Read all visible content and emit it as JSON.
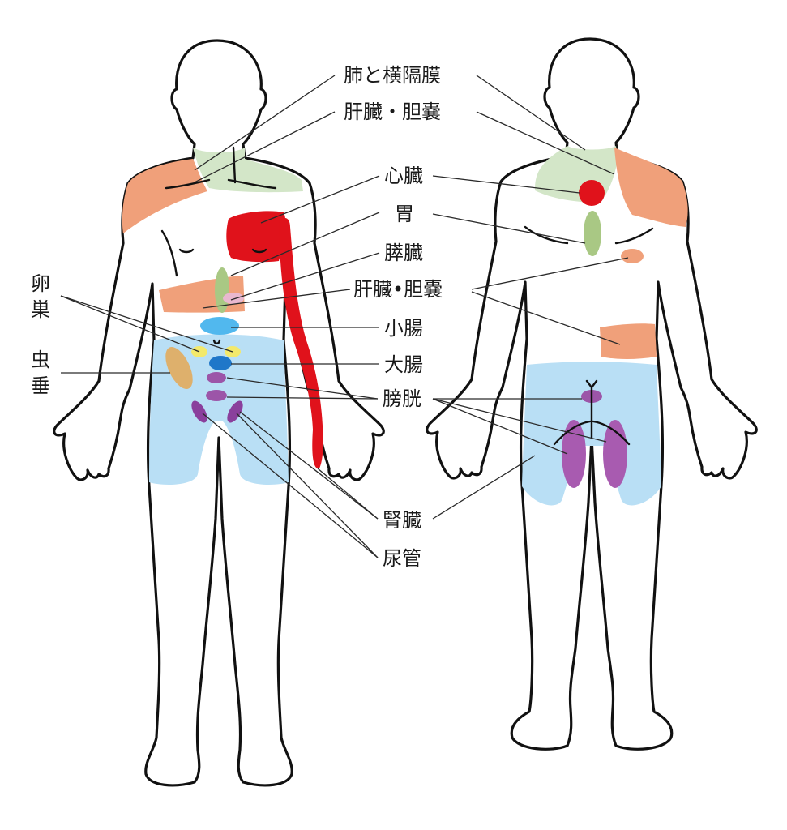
{
  "labels": {
    "lung_diaphragm": "肺と横隔膜",
    "liver_gallbladder_1": "肝臓・胆嚢",
    "heart": "心臓",
    "stomach": "胃",
    "pancreas": "膵臓",
    "liver_gallbladder_2": "肝臓•胆嚢",
    "small_intestine": "小腸",
    "large_intestine": "大腸",
    "bladder": "膀胱",
    "kidney": "腎臓",
    "ureter": "尿管",
    "ovary_1": "卵",
    "ovary_2": "巣",
    "appendix_1": "虫",
    "appendix_2": "垂"
  },
  "colors": {
    "lung_diaphragm": "#d3e6c8",
    "liver_gallbladder": "#f0a07a",
    "heart": "#e0121b",
    "stomach": "#a9c884",
    "pancreas": "#e9b8cf",
    "small_intestine": "#51b8ee",
    "large_intestine": "#1f77c9",
    "bladder": "#9c55a8",
    "kidney": "#a85bb0",
    "ureter": "#8a3f9c",
    "ovary": "#f3e96b",
    "appendix": "#deb06c",
    "lower_region": "#b9dff5",
    "outline": "#111111"
  }
}
